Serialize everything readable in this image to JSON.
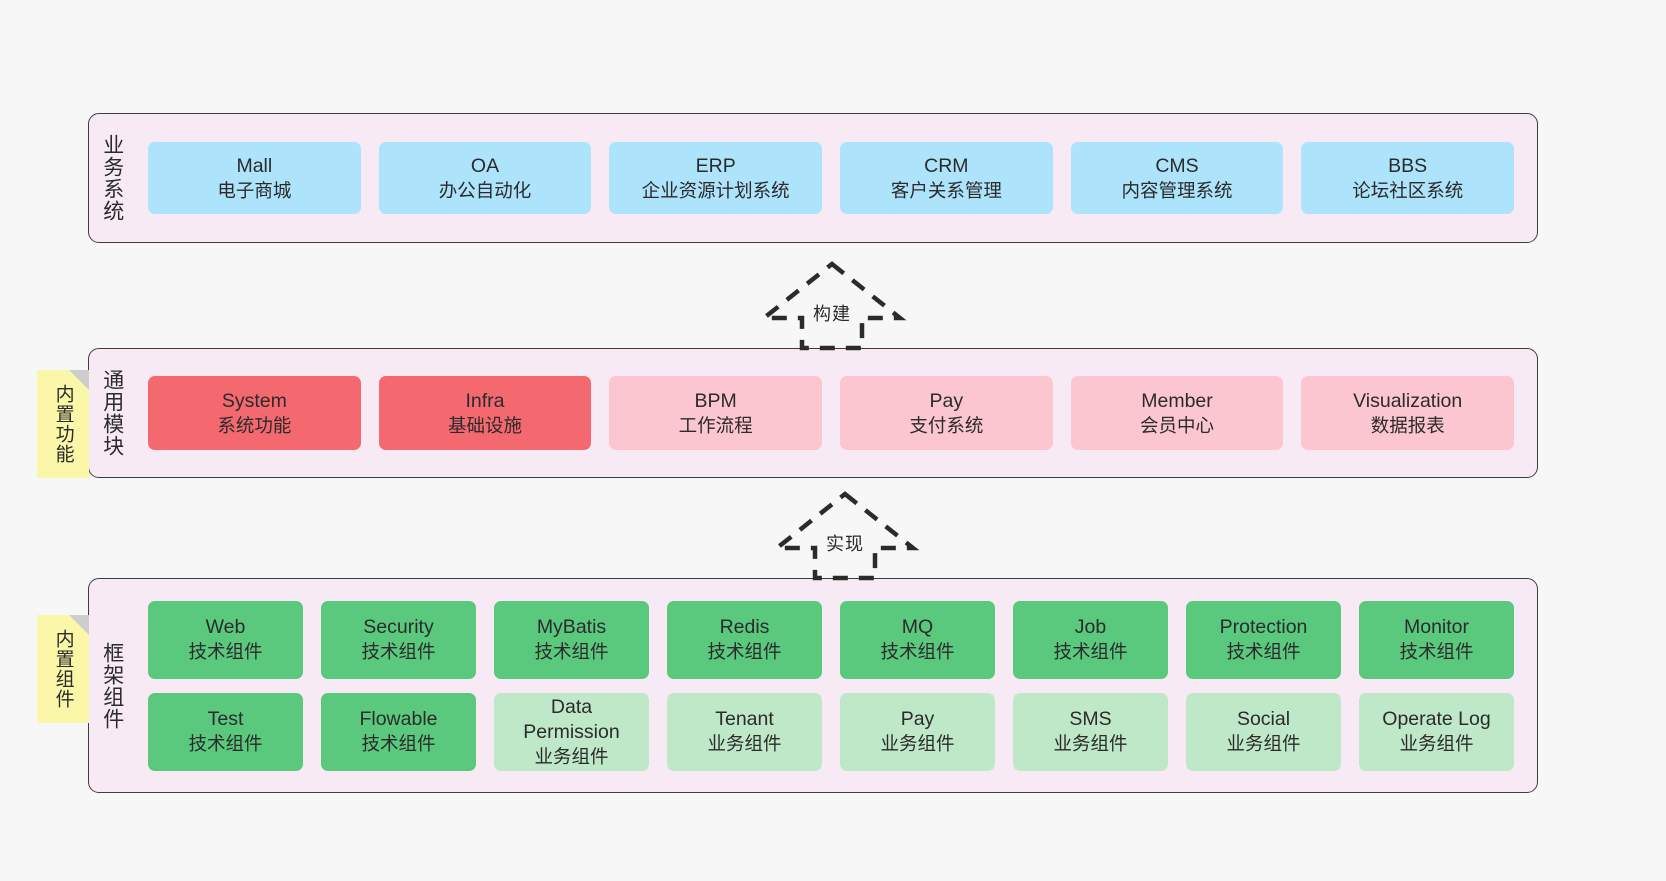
{
  "diagram": {
    "background": "#f7f7f7",
    "panel_bg": "#f8eaf4",
    "note_bg": "#fbf7a8",
    "colors": {
      "business": "#ade3fb",
      "module_primary": "#f4696f",
      "module_secondary": "#fcc6d0",
      "tech_component": "#5ac97e",
      "business_component": "#bfe8c8",
      "border": "#3d3d3d"
    }
  },
  "notes": [
    {
      "id": "built-in-functions",
      "label": "内置功能"
    },
    {
      "id": "built-in-components",
      "label": "内置组件"
    }
  ],
  "arrows": [
    {
      "id": "build",
      "label": "构建",
      "direction": "up",
      "style": "dashed-block-arrow"
    },
    {
      "id": "implement",
      "label": "实现",
      "direction": "up",
      "style": "dashed-block-arrow"
    }
  ],
  "layers": [
    {
      "id": "business-systems",
      "title": "业务系统",
      "cards": [
        {
          "en": "Mall",
          "cn": "电子商城",
          "color": "blue"
        },
        {
          "en": "OA",
          "cn": "办公自动化",
          "color": "blue"
        },
        {
          "en": "ERP",
          "cn": "企业资源计划系统",
          "color": "blue"
        },
        {
          "en": "CRM",
          "cn": "客户关系管理",
          "color": "blue"
        },
        {
          "en": "CMS",
          "cn": "内容管理系统",
          "color": "blue"
        },
        {
          "en": "BBS",
          "cn": "论坛社区系统",
          "color": "blue"
        }
      ]
    },
    {
      "id": "common-modules",
      "title": "通用模块",
      "cards": [
        {
          "en": "System",
          "cn": "系统功能",
          "color": "red"
        },
        {
          "en": "Infra",
          "cn": "基础设施",
          "color": "red"
        },
        {
          "en": "BPM",
          "cn": "工作流程",
          "color": "pink"
        },
        {
          "en": "Pay",
          "cn": "支付系统",
          "color": "pink"
        },
        {
          "en": "Member",
          "cn": "会员中心",
          "color": "pink"
        },
        {
          "en": "Visualization",
          "cn": "数据报表",
          "color": "pink"
        }
      ]
    },
    {
      "id": "framework-components",
      "title": "框架组件",
      "rows": [
        [
          {
            "en": "Web",
            "cn": "技术组件",
            "color": "green"
          },
          {
            "en": "Security",
            "cn": "技术组件",
            "color": "green"
          },
          {
            "en": "MyBatis",
            "cn": "技术组件",
            "color": "green"
          },
          {
            "en": "Redis",
            "cn": "技术组件",
            "color": "green"
          },
          {
            "en": "MQ",
            "cn": "技术组件",
            "color": "green"
          },
          {
            "en": "Job",
            "cn": "技术组件",
            "color": "green"
          },
          {
            "en": "Protection",
            "cn": "技术组件",
            "color": "green"
          },
          {
            "en": "Monitor",
            "cn": "技术组件",
            "color": "green"
          }
        ],
        [
          {
            "en": "Test",
            "cn": "技术组件",
            "color": "green"
          },
          {
            "en": "Flowable",
            "cn": "技术组件",
            "color": "green"
          },
          {
            "en": "Data Permission",
            "cn": "业务组件",
            "color": "lgreen"
          },
          {
            "en": "Tenant",
            "cn": "业务组件",
            "color": "lgreen"
          },
          {
            "en": "Pay",
            "cn": "业务组件",
            "color": "lgreen"
          },
          {
            "en": "SMS",
            "cn": "业务组件",
            "color": "lgreen"
          },
          {
            "en": "Social",
            "cn": "业务组件",
            "color": "lgreen"
          },
          {
            "en": "Operate Log",
            "cn": "业务组件",
            "color": "lgreen"
          }
        ]
      ]
    }
  ]
}
